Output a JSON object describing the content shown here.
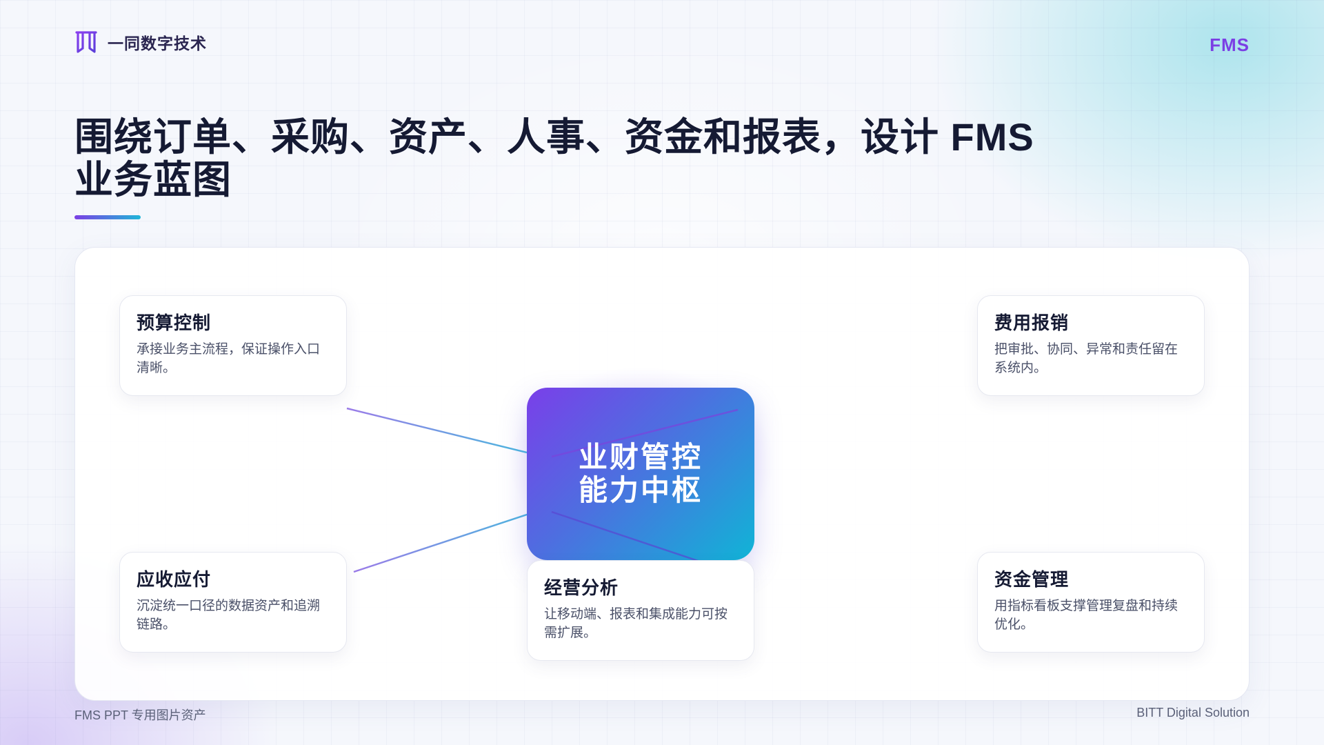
{
  "brand": {
    "name": "一同数字技术",
    "logo_icon": "brand-m-logo-icon",
    "accent": "#7b3fe4"
  },
  "tag": "FMS",
  "title": "围绕订单、采购、资产、人事、资金和报表，设计 FMS 业务蓝图",
  "diagram": {
    "hub": {
      "label": "业财管控能力中枢",
      "gradient": [
        "#7a3fe9",
        "#10b4d6"
      ]
    },
    "nodes": [
      {
        "title": "预算控制",
        "desc": "承接业务主流程，保证操作入口清晰。"
      },
      {
        "title": "费用报销",
        "desc": "把审批、协同、异常和责任留在系统内。"
      },
      {
        "title": "应收应付",
        "desc": "沉淀统一口径的数据资产和追溯链路。"
      },
      {
        "title": "经营分析",
        "desc": "让移动端、报表和集成能力可按需扩展。"
      },
      {
        "title": "资金管理",
        "desc": "用指标看板支撑管理复盘和持续优化。"
      }
    ]
  },
  "footer": {
    "left": "FMS PPT 专用图片资产",
    "right": "BITT Digital Solution"
  }
}
